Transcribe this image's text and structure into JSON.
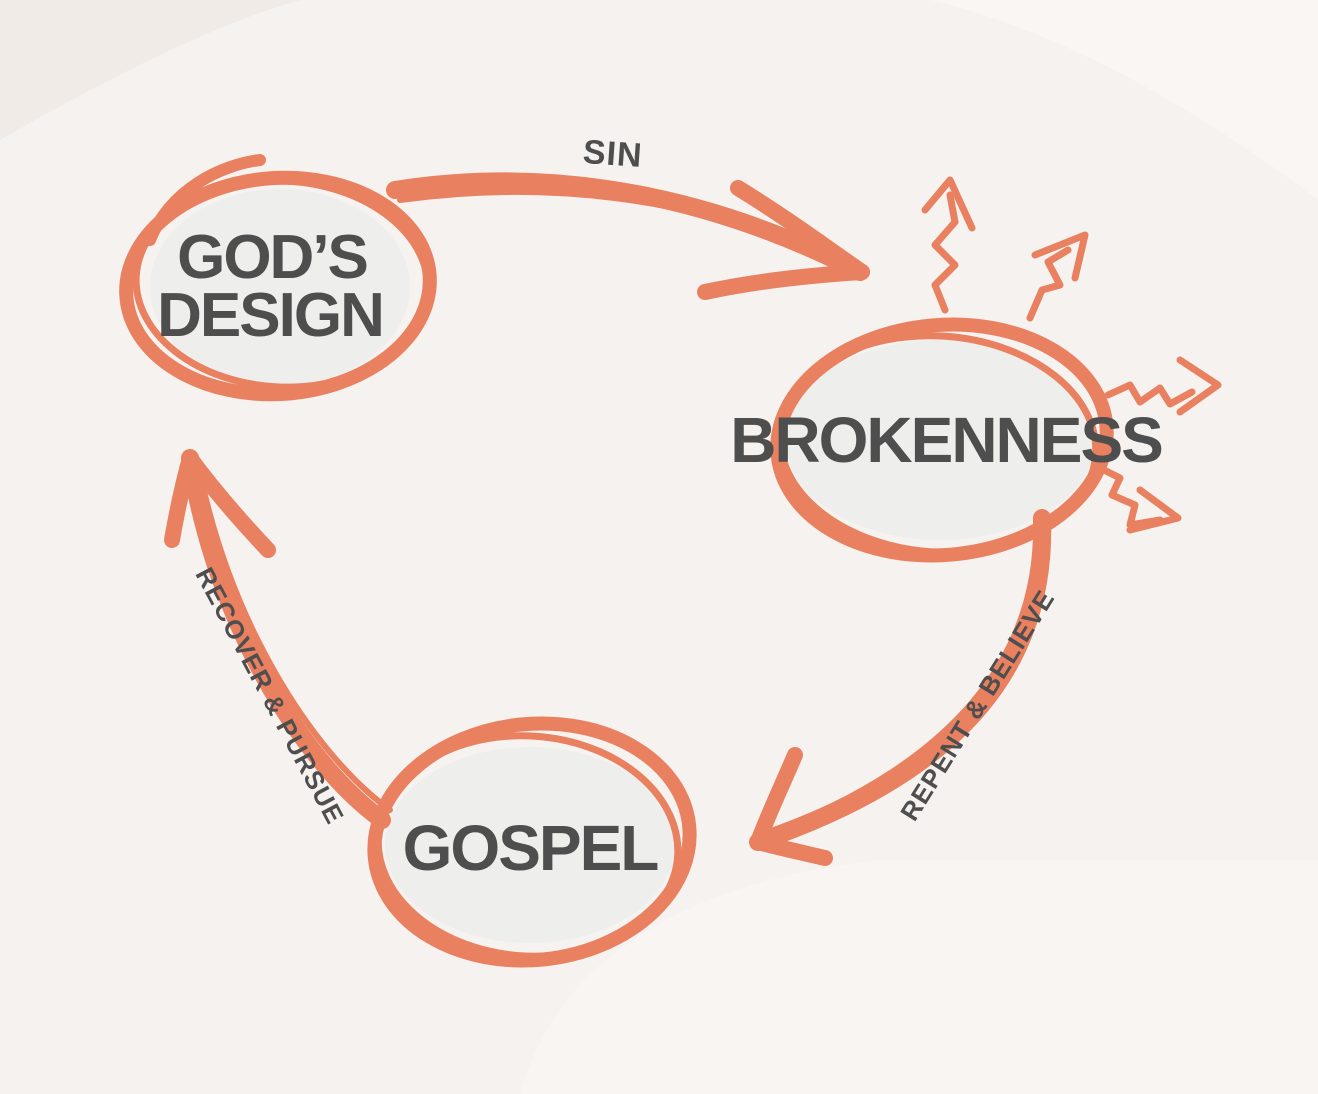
{
  "diagram": {
    "nodes": {
      "gods_design": {
        "line1": "GOD’S",
        "line2": "DESIGN"
      },
      "brokenness": {
        "label": "BROKENNESS"
      },
      "gospel": {
        "label": "GOSPEL"
      }
    },
    "edges": {
      "sin": {
        "label": "SIN"
      },
      "repent_believe": {
        "label": "REPENT & BELIEVE"
      },
      "recover_pursue": {
        "label": "RECOVER & PURSUE"
      }
    },
    "colors": {
      "stroke": "#e9805f",
      "text": "#4e4e4e",
      "background": "#f6f2ef",
      "node_fill": "#eeeeec"
    }
  }
}
